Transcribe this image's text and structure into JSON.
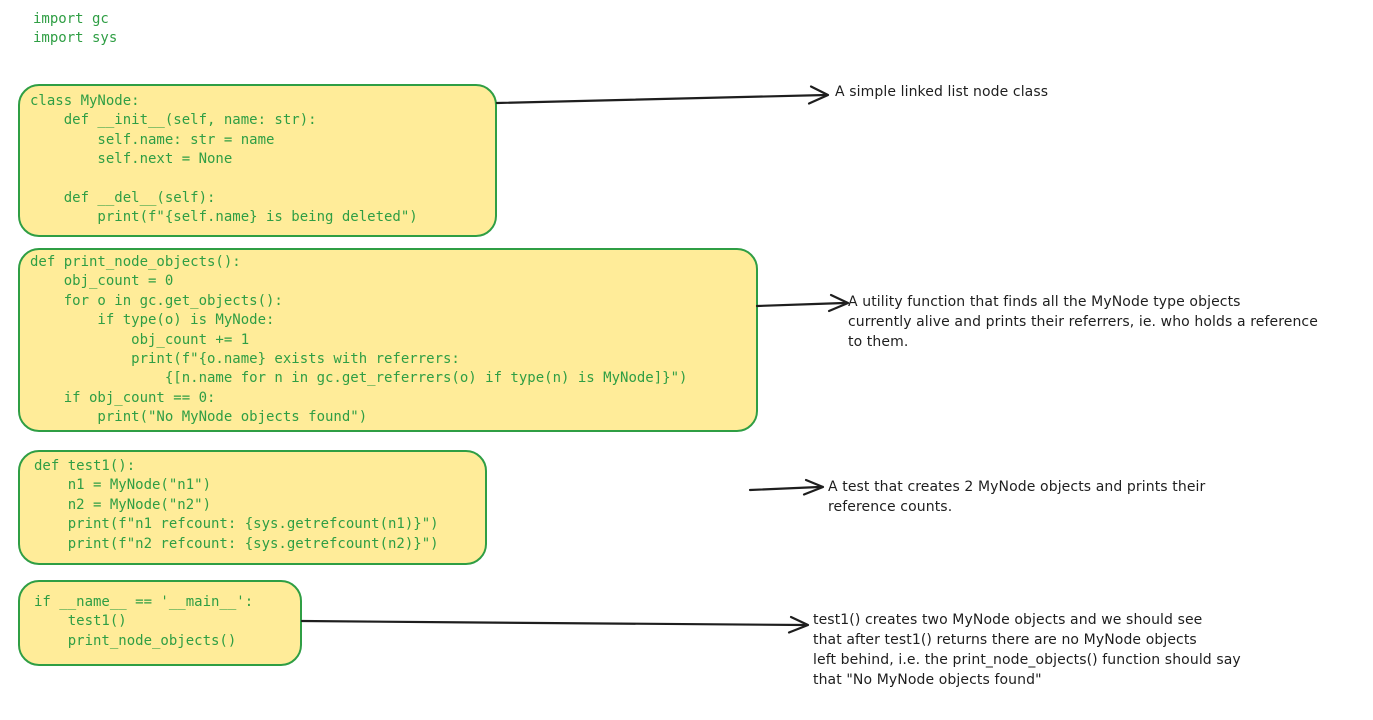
{
  "colors": {
    "background": "#ffffff",
    "code_green": "#2f9e44",
    "box_fill": "#ffec99",
    "box_border": "#2f9e44",
    "ink": "#1e1e1e"
  },
  "imports": {
    "lines": [
      "import gc",
      "import sys"
    ]
  },
  "code_blocks": [
    {
      "name": "class-mynode",
      "lines": [
        "class MyNode:",
        "    def __init__(self, name: str):",
        "        self.name: str = name",
        "        self.next = None",
        "",
        "    def __del__(self):",
        "        print(f\"{self.name} is being deleted\")"
      ]
    },
    {
      "name": "print-node-objects",
      "lines": [
        "def print_node_objects():",
        "    obj_count = 0",
        "    for o in gc.get_objects():",
        "        if type(o) is MyNode:",
        "            obj_count += 1",
        "            print(f\"{o.name} exists with referrers:",
        "                {[n.name for n in gc.get_referrers(o) if type(n) is MyNode]}\")",
        "    if obj_count == 0:",
        "        print(\"No MyNode objects found\")"
      ]
    },
    {
      "name": "test1",
      "lines": [
        "def test1():",
        "    n1 = MyNode(\"n1\")",
        "    n2 = MyNode(\"n2\")",
        "    print(f\"n1 refcount: {sys.getrefcount(n1)}\")",
        "    print(f\"n2 refcount: {sys.getrefcount(n2)}\")"
      ]
    },
    {
      "name": "main-guard",
      "lines": [
        "if __name__ == '__main__':",
        "    test1()",
        "    print_node_objects()"
      ]
    }
  ],
  "annotations": [
    {
      "name": "class-note",
      "lines": [
        "A simple linked list node class"
      ]
    },
    {
      "name": "utility-note",
      "lines": [
        "A utility function that finds all the MyNode type objects",
        "currently alive and prints their referrers, ie. who holds a reference",
        "to them."
      ]
    },
    {
      "name": "test-note",
      "lines": [
        "A test that creates 2 MyNode objects and prints their",
        "reference counts."
      ]
    },
    {
      "name": "main-note",
      "lines": [
        "test1() creates two MyNode objects and we should see",
        "that after test1() returns there are no MyNode objects",
        "left behind, i.e. the print_node_objects() function should say",
        "that \"No MyNode objects found\""
      ]
    }
  ]
}
